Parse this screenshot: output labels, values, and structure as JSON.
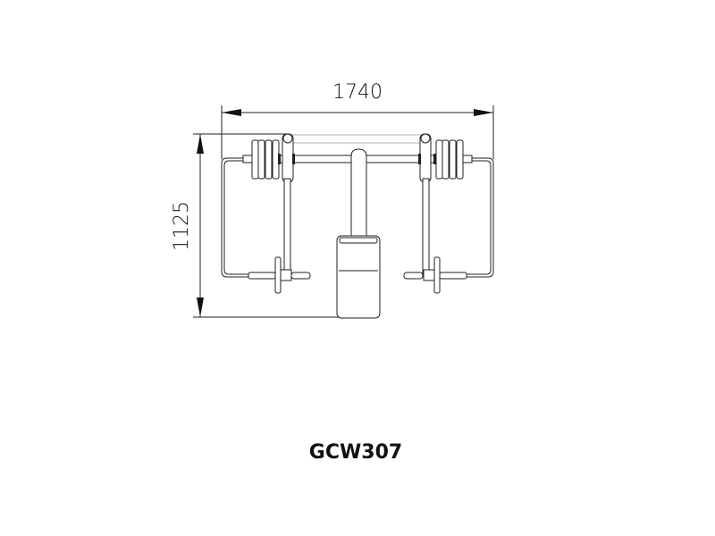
{
  "drawing": {
    "width_dimension": "1740",
    "height_dimension": "1125",
    "model_code": "GCW307"
  }
}
